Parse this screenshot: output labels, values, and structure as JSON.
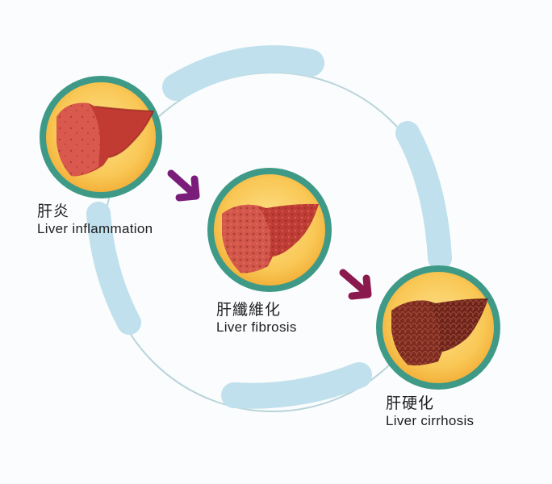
{
  "title": "Liver disease progression cycle",
  "colors": {
    "background": "#fafcfd",
    "ring_band": "#bfe0ec",
    "ring_line": "#b9d4da",
    "badge_border": "#3e9a86",
    "badge_fill_center": "#fddc7a",
    "badge_fill_edge": "#f4b33a",
    "arrow_1": "#7a1c79",
    "arrow_2": "#8a1a4e",
    "text": "#1e1e1e"
  },
  "stages": [
    {
      "id": "inflammation",
      "label_zh": "肝炎",
      "label_en": "Liver inflammation",
      "liver_colors": {
        "light": "#d9534a",
        "mid": "#c0342e",
        "dark": "#8e1e1a"
      }
    },
    {
      "id": "fibrosis",
      "label_zh": "肝纖維化",
      "label_en": "Liver fibrosis",
      "liver_colors": {
        "light": "#d8594a",
        "mid": "#bd3b33",
        "dark": "#8a2420"
      }
    },
    {
      "id": "cirrhosis",
      "label_zh": "肝硬化",
      "label_en": "Liver cirrhosis",
      "liver_colors": {
        "light": "#8a3325",
        "mid": "#6e2419",
        "dark": "#4a140e"
      }
    }
  ],
  "arrows": [
    {
      "from": "inflammation",
      "to": "fibrosis",
      "icon": "arrow-down-right-icon"
    },
    {
      "from": "fibrosis",
      "to": "cirrhosis",
      "icon": "arrow-down-right-icon"
    }
  ]
}
